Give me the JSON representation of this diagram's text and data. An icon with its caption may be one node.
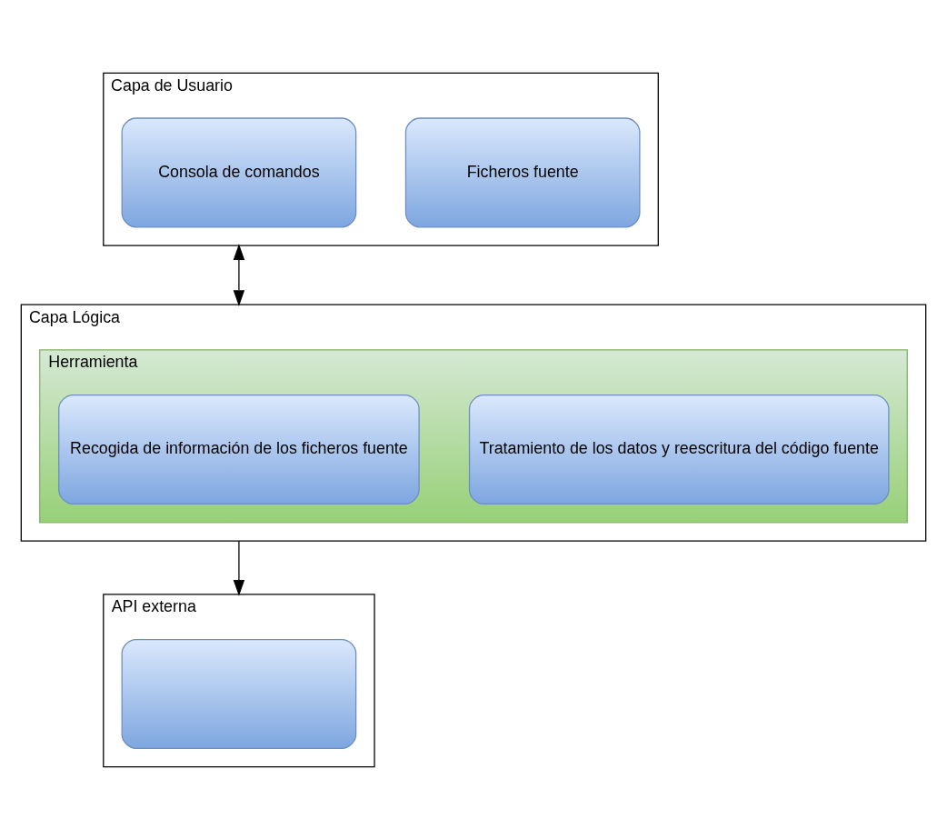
{
  "diagram": {
    "nodes": [
      {
        "text": [
          "Capa de Usuario"
        ]
      },
      {
        "text": [
          "Consola de comandos"
        ],
        "in": 0
      },
      {
        "text": [
          "Ficheros fuente"
        ],
        "in": 0
      },
      {
        "text": [
          "Capa Lógica"
        ]
      },
      {
        "text": [
          "Herramienta"
        ],
        "in": 3
      },
      {
        "text": [
          "Recogida de información de los ficheros fuente"
        ],
        "in": 4
      },
      {
        "text": [
          "Tratamiento de los datos y reescritura del código fuente"
        ],
        "in": 4
      },
      {
        "text": [
          "API externa"
        ]
      },
      {
        "text": [],
        "shape": "box",
        "in": 7
      }
    ],
    "edges": [
      {
        "from": 0,
        "to": 3,
        "arrow": "both"
      },
      {
        "from": 3,
        "to": 7,
        "arrow": "to"
      }
    ]
  }
}
